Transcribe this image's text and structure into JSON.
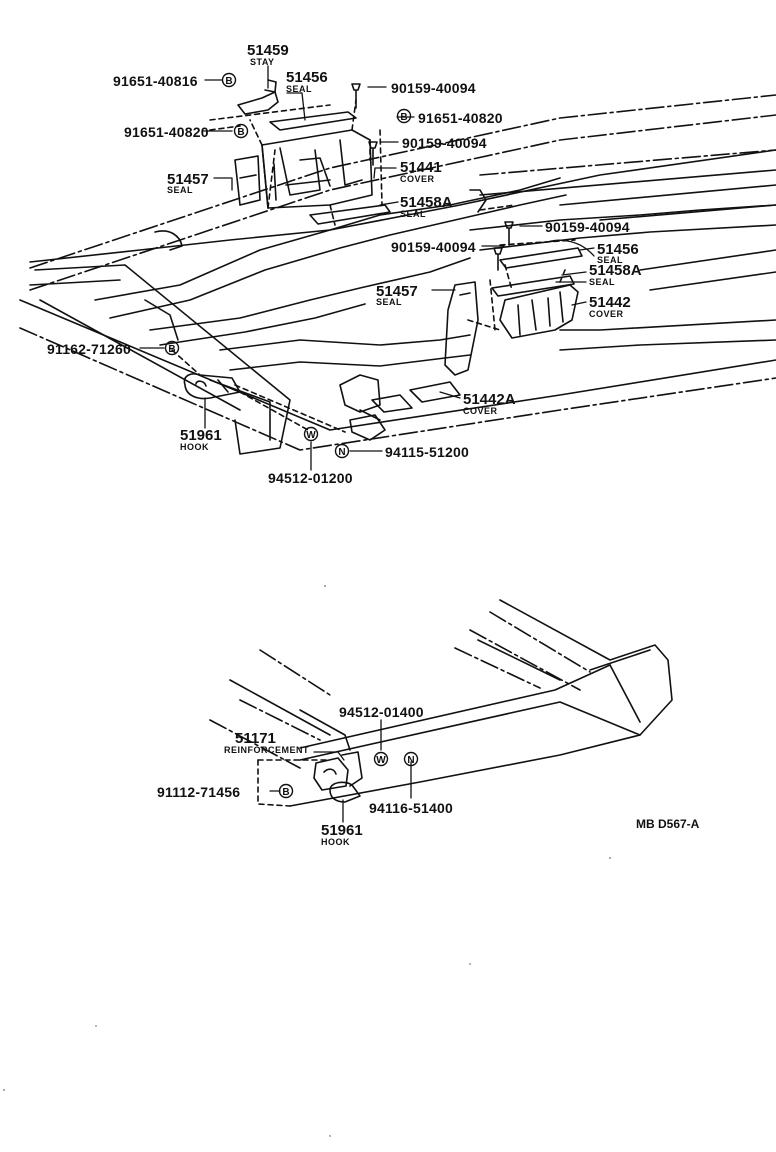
{
  "parts": {
    "stay": {
      "number": "51459",
      "name": "STAY"
    },
    "seal_51456_top": {
      "number": "51456",
      "name": "SEAL"
    },
    "bolt_91651_40816": {
      "number": "91651-40816",
      "symbol": "B"
    },
    "bolt_91651_40820_a": {
      "number": "91651-40820",
      "symbol": "B"
    },
    "bolt_91651_40820_b": {
      "number": "91651-40820",
      "symbol": "B"
    },
    "screw_90159_a": {
      "number": "90159-40094"
    },
    "screw_90159_b": {
      "number": "90159-40094"
    },
    "screw_90159_c": {
      "number": "90159-40094"
    },
    "screw_90159_d": {
      "number": "90159-40094"
    },
    "seal_51457_left": {
      "number": "51457",
      "name": "SEAL"
    },
    "cover_51441": {
      "number": "51441",
      "name": "COVER"
    },
    "seal_51458a_top": {
      "number": "51458A",
      "name": "SEAL"
    },
    "seal_51456_right": {
      "number": "51456",
      "name": "SEAL"
    },
    "seal_51458a_right": {
      "number": "51458A",
      "name": "SEAL"
    },
    "seal_51457_right": {
      "number": "51457",
      "name": "SEAL"
    },
    "cover_51442": {
      "number": "51442",
      "name": "COVER"
    },
    "bolt_91162": {
      "number": "91162-71260",
      "symbol": "B"
    },
    "cover_51442a": {
      "number": "51442A",
      "name": "COVER"
    },
    "hook_top": {
      "number": "51961",
      "name": "HOOK"
    },
    "washer_top": {
      "number": "94512-01200",
      "symbol": "W"
    },
    "nut_top": {
      "number": "94115-51200",
      "symbol": "N"
    },
    "washer_bottom": {
      "number": "94512-01400",
      "symbol": "W"
    },
    "reinforcement": {
      "number": "51171",
      "name": "REINFORCEMENT"
    },
    "bolt_91112": {
      "number": "91112-71456",
      "symbol": "B"
    },
    "nut_bottom": {
      "number": "94116-51400",
      "symbol": "N"
    },
    "hook_bottom": {
      "number": "51961",
      "name": "HOOK"
    }
  },
  "diagram_code": "MB D567-A"
}
